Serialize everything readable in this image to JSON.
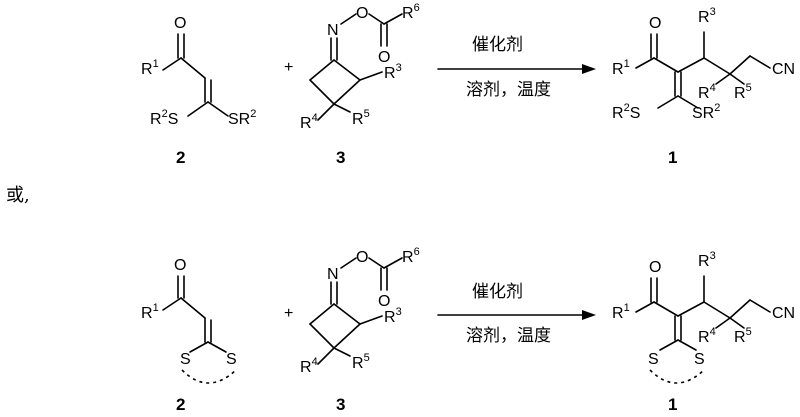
{
  "plus": "+",
  "or_text": "或,",
  "conditions": {
    "catalyst": "催化剂",
    "solvent_temp": "溶剂，温度"
  },
  "compound_numbers": {
    "ketene": "2",
    "oxime": "3",
    "product": "1"
  },
  "atoms": {
    "O": "O",
    "S": "S",
    "N": "N",
    "CN": "CN",
    "R1": "R",
    "R1_sup": "1",
    "R2S": "R",
    "R2S_sup": "2",
    "R2S_tail": "S",
    "SR2": "SR",
    "SR2_sup": "2",
    "R3": "R",
    "R3_sup": "3",
    "R4": "R",
    "R4_sup": "4",
    "R5": "R",
    "R5_sup": "5",
    "R6": "R",
    "R6_sup": "6"
  }
}
